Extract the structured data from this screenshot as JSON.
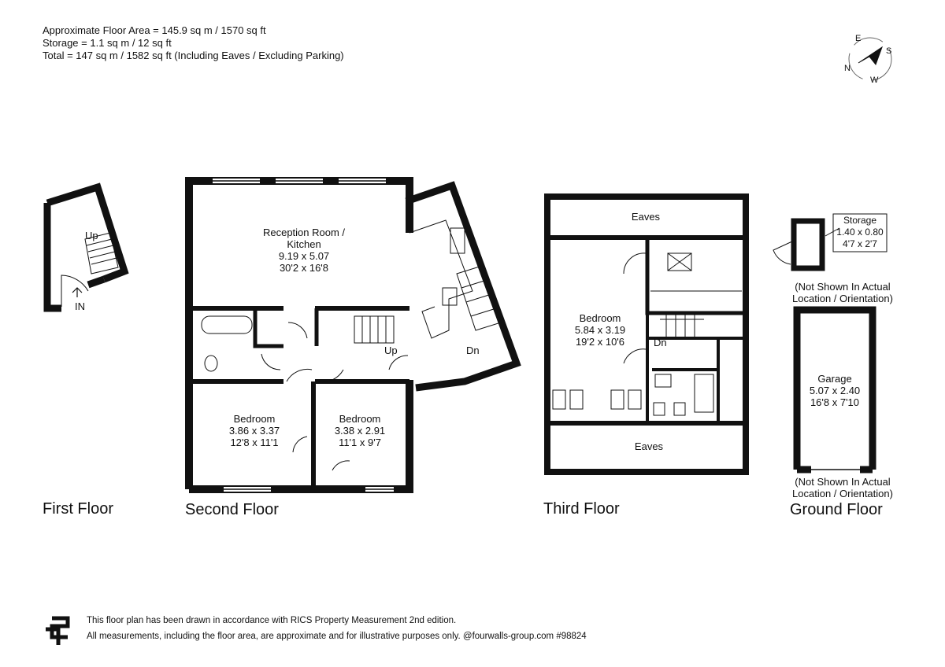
{
  "header": {
    "line1": "Approximate Floor Area = 145.9 sq m / 1570 sq ft",
    "line2": "Storage = 1.1 sq m / 12 sq ft",
    "line3": "Total = 147 sq m / 1582 sq ft (Including Eaves / Excluding Parking)"
  },
  "compass": {
    "e": "E",
    "s": "S",
    "n": "N",
    "w": "W"
  },
  "first_floor": {
    "label": "First Floor",
    "up": "Up",
    "in": "IN"
  },
  "second_floor": {
    "label": "Second Floor",
    "reception": {
      "name": "Reception Room /",
      "name2": "Kitchen",
      "metric": "9.19 x 5.07",
      "imperial": "30'2 x 16'8"
    },
    "bedroom1": {
      "name": "Bedroom",
      "metric": "3.86 x 3.37",
      "imperial": "12'8 x 11'1"
    },
    "bedroom2": {
      "name": "Bedroom",
      "metric": "3.38 x 2.91",
      "imperial": "11'1 x 9'7"
    },
    "up": "Up",
    "dn": "Dn"
  },
  "third_floor": {
    "label": "Third Floor",
    "eaves_top": "Eaves",
    "eaves_bottom": "Eaves",
    "bedroom": {
      "name": "Bedroom",
      "metric": "5.84 x 3.19",
      "imperial": "19'2 x 10'6"
    },
    "dn": "Dn"
  },
  "ground_floor": {
    "label": "Ground Floor",
    "storage": {
      "name": "Storage",
      "metric": "1.40 x 0.80",
      "imperial": "4'7 x 2'7"
    },
    "note1a": "(Not Shown In Actual",
    "note1b": "Location / Orientation)",
    "garage": {
      "name": "Garage",
      "metric": "5.07 x 2.40",
      "imperial": "16'8 x 7'10"
    },
    "note2a": "(Not Shown In Actual",
    "note2b": "Location / Orientation)"
  },
  "footer": {
    "line1": "This floor plan has been drawn in accordance with RICS Property Measurement 2nd edition.",
    "line2": "All measurements, including the floor area, are approximate and for illustrative purposes only. @fourwalls-group.com #98824"
  }
}
